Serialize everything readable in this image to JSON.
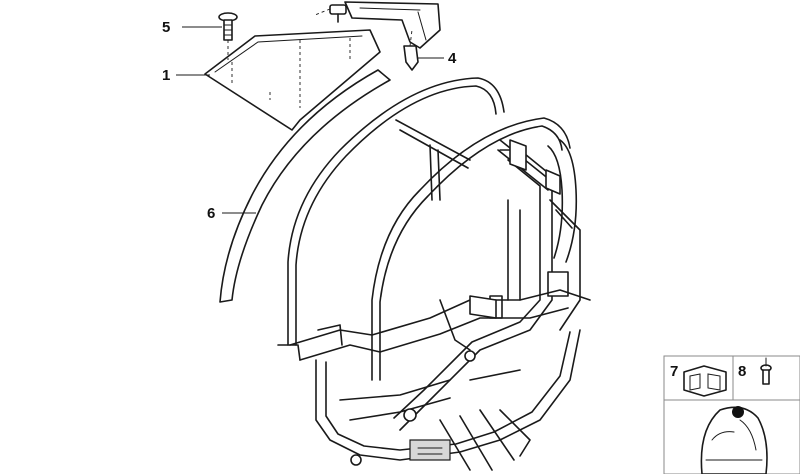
{
  "parts": [
    {
      "number": "1"
    },
    {
      "number": "4"
    },
    {
      "number": "5"
    },
    {
      "number": "6"
    }
  ],
  "inset": {
    "items": [
      {
        "number": "7"
      },
      {
        "number": "8"
      }
    ]
  },
  "colors": {
    "line": "#1a1a1a",
    "inset_border": "#8a8a8a",
    "marker": "#111111"
  }
}
